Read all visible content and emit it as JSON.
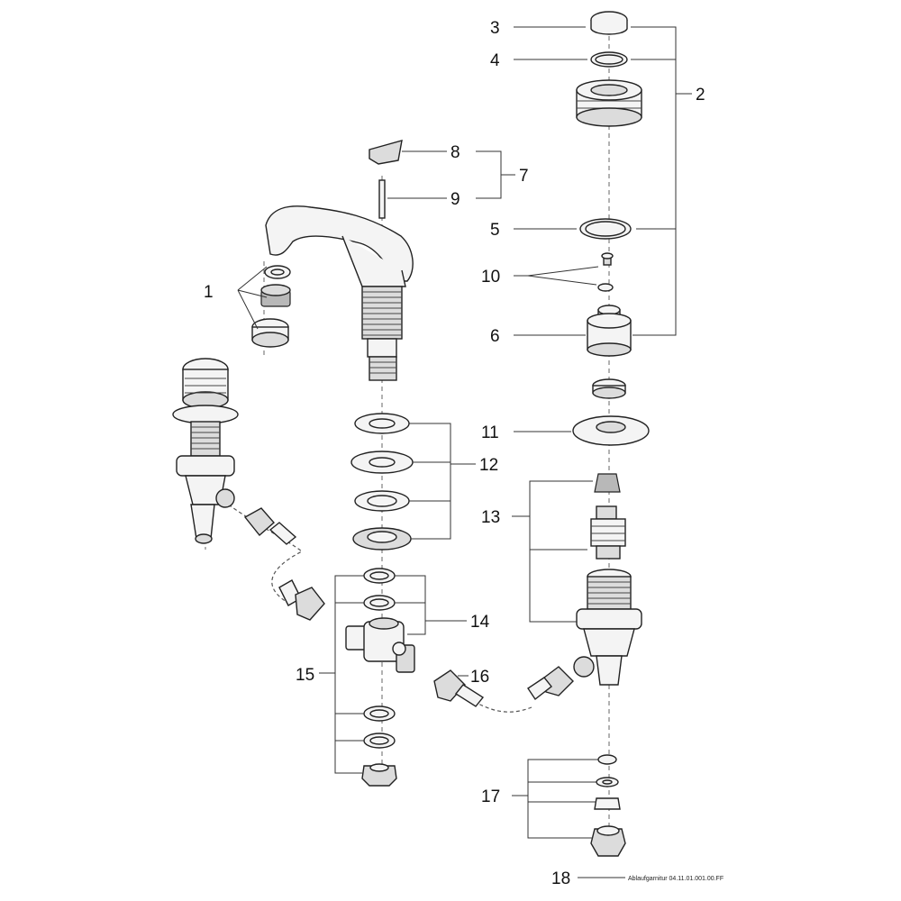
{
  "diagram": {
    "title": "Exploded parts diagram - three-hole basin mixer",
    "callouts": {
      "c1": "1",
      "c2": "2",
      "c3": "3",
      "c4": "4",
      "c5": "5",
      "c6": "6",
      "c7": "7",
      "c8": "8",
      "c9": "9",
      "c10": "10",
      "c11": "11",
      "c12": "12",
      "c13": "13",
      "c14": "14",
      "c15": "15",
      "c16": "16",
      "c17": "17",
      "c18": "18"
    },
    "footnote": "Ablaufgarnitur 04.11.01.001.00.FF"
  }
}
